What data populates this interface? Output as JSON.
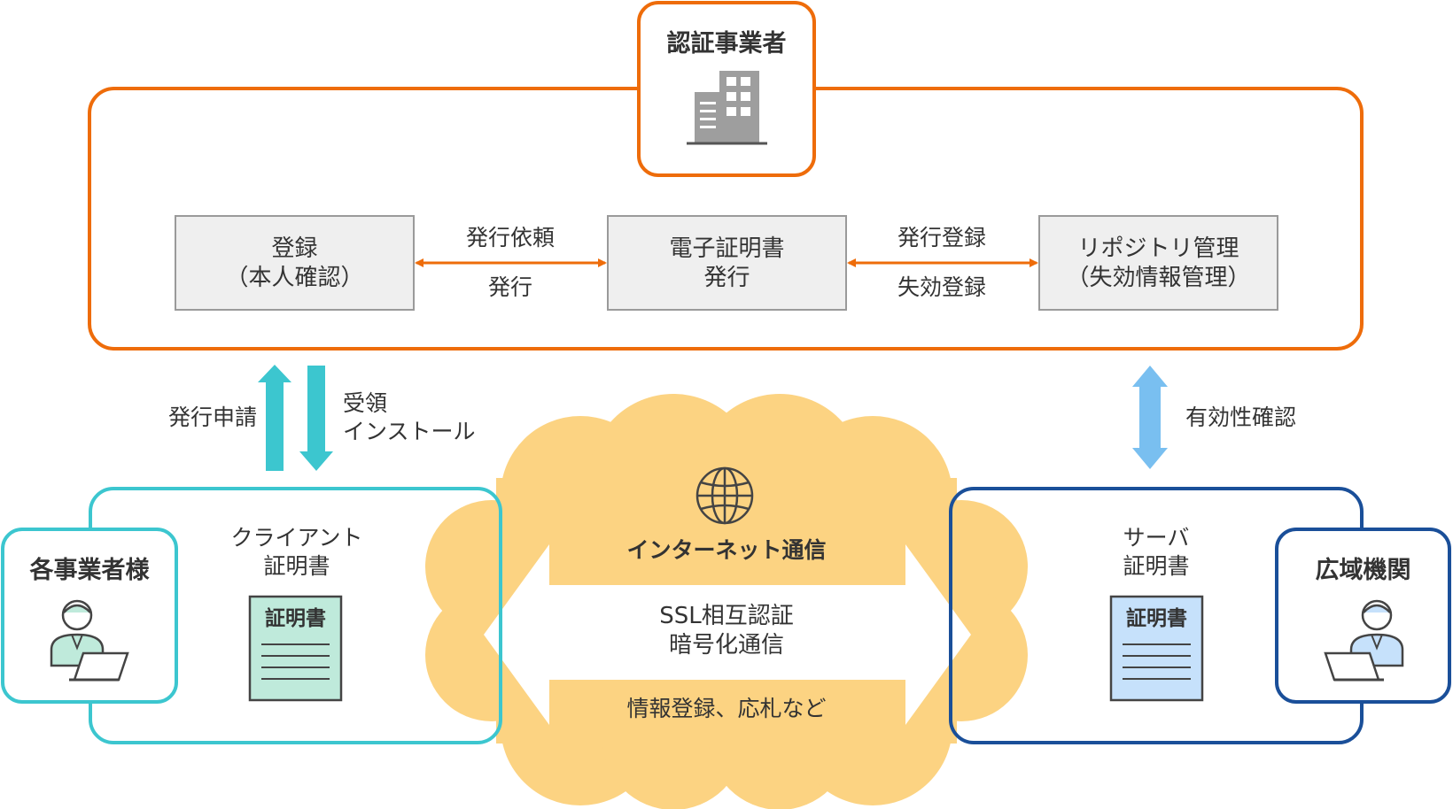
{
  "authority": {
    "title": "認証事業者"
  },
  "process_boxes": {
    "registration": "登録\n（本人確認）",
    "issuance": "電子証明書\n発行",
    "repository": "リポジトリ管理\n（失効情報管理）"
  },
  "process_arrows": {
    "left_top": "発行依頼",
    "left_bottom": "発行",
    "right_top": "発行登録",
    "right_bottom": "失効登録"
  },
  "vertical_arrows": {
    "apply": "発行申請",
    "receive": "受領\nインストール",
    "validity": "有効性確認"
  },
  "client_side": {
    "actor": "各事業者様",
    "cert_caption": "クライアント\n証明書",
    "doc_title": "証明書"
  },
  "server_side": {
    "actor": "広域機関",
    "cert_caption": "サーバ\n証明書",
    "doc_title": "証明書"
  },
  "internet": {
    "title": "インターネット通信",
    "middle": "SSL相互認証\n暗号化通信",
    "bottom": "情報登録、応札など"
  },
  "colors": {
    "orange": "#ee6c0a",
    "teal": "#3cc6cf",
    "navy": "#1a4f99",
    "light_blue_arrow": "#79bff0",
    "cloud": "#fcd382",
    "box_fill": "#efefef",
    "box_border": "#9a9a9a",
    "client_doc": "#bfeadb",
    "server_doc": "#c6e1fb"
  }
}
